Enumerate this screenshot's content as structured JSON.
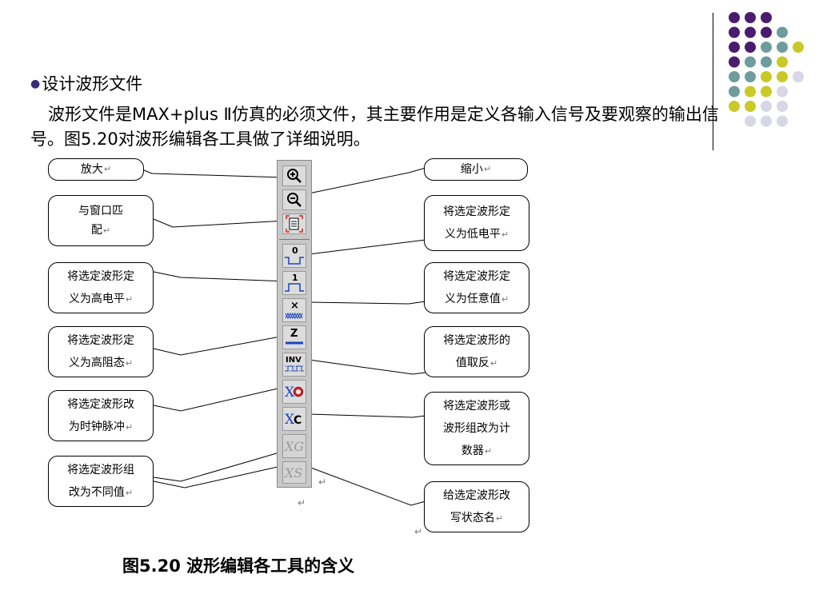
{
  "slide": {
    "bullet": "设计波形文件",
    "paragraph": "波形文件是MAX+plus Ⅱ仿真的必须文件，其主要作用是定义各输入信号及要观察的输出信号。图5.20对波形编辑各工具做了详细说明。",
    "caption": "图5.20 波形编辑各工具的含义",
    "dot_colors": {
      "purple": "#4b1c6e",
      "teal": "#6f9c9c",
      "yellow": "#c9c927",
      "lavender": "#d7d7e6"
    }
  },
  "figure": {
    "callouts_left": [
      {
        "id": "zoom-in",
        "lines": [
          "放大"
        ]
      },
      {
        "id": "fit-window",
        "lines": [
          "与窗口匹",
          "配"
        ]
      },
      {
        "id": "set-high",
        "lines": [
          "将选定波形定",
          "义为高电平"
        ]
      },
      {
        "id": "set-highz",
        "lines": [
          "将选定波形定",
          "义为高阻态"
        ]
      },
      {
        "id": "set-clock",
        "lines": [
          "将选定波形改",
          "为时钟脉冲"
        ]
      },
      {
        "id": "set-group",
        "lines": [
          "将选定波形组",
          "改为不同值"
        ]
      }
    ],
    "callouts_right": [
      {
        "id": "zoom-out",
        "lines": [
          "缩小"
        ]
      },
      {
        "id": "set-low",
        "lines": [
          "将选定波形定",
          "义为低电平"
        ]
      },
      {
        "id": "set-any",
        "lines": [
          "将选定波形定",
          "义为任意值"
        ]
      },
      {
        "id": "invert",
        "lines": [
          "将选定波形的",
          "值取反"
        ]
      },
      {
        "id": "set-counter",
        "lines": [
          "将选定波形或",
          "波形组改为计",
          "数器"
        ]
      },
      {
        "id": "set-state",
        "lines": [
          "给选定波形改",
          "写状态名"
        ]
      }
    ],
    "toolbar_labels": {
      "low": "0",
      "high": "1",
      "any": "×",
      "highz": "Z",
      "invert": "INV",
      "clock": "X",
      "counter": "XC",
      "group": "XG",
      "state": "XS"
    }
  }
}
